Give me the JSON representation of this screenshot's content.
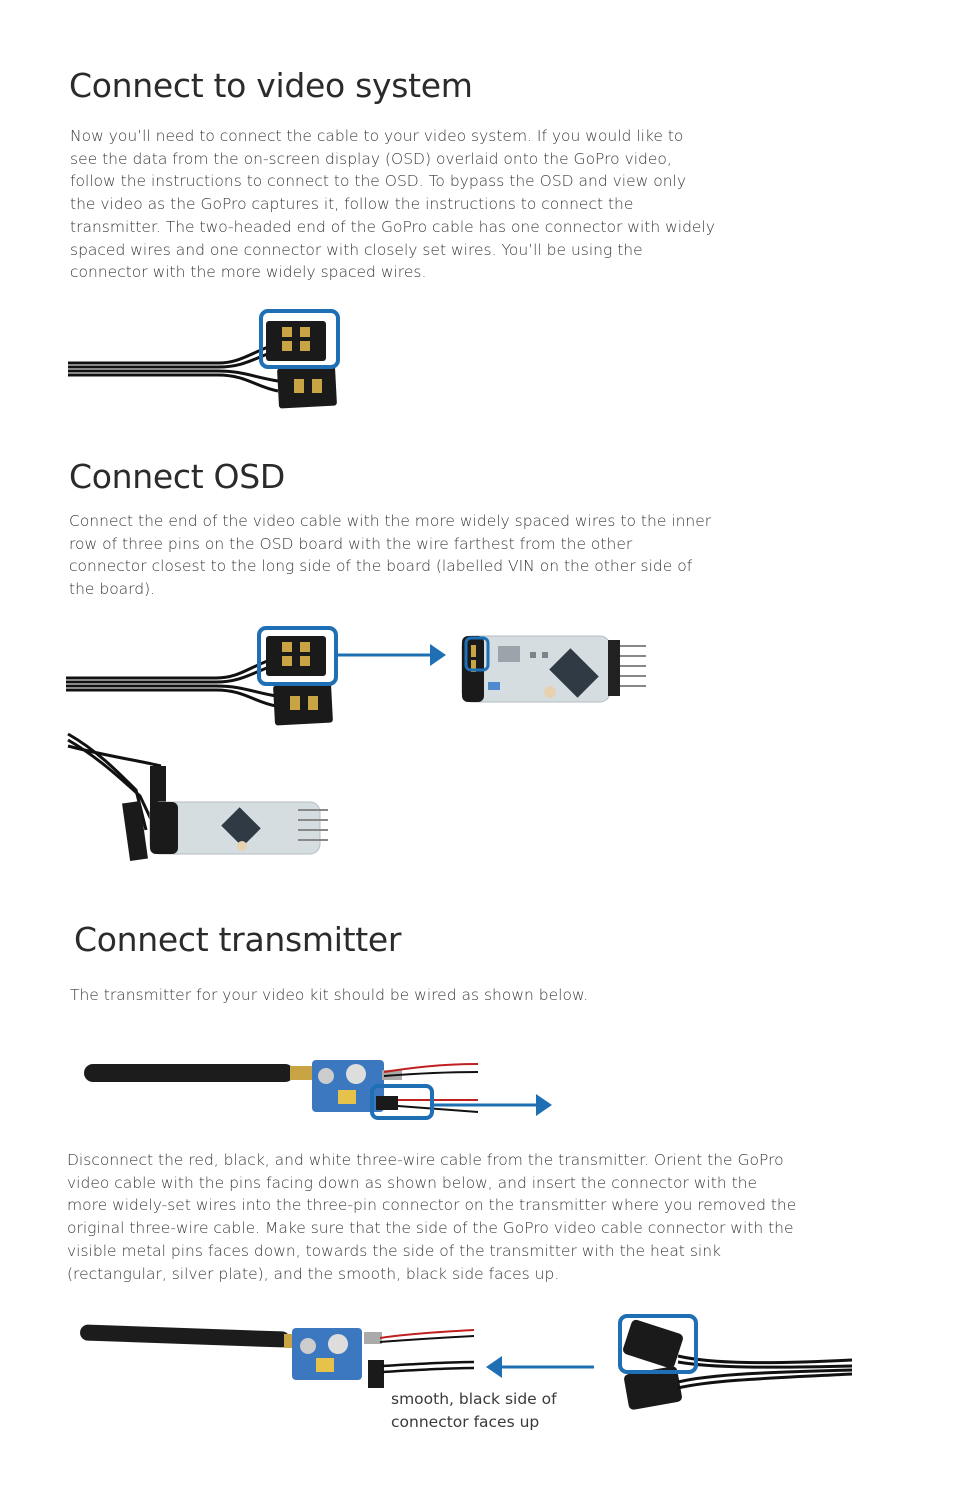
{
  "sections": [
    {
      "title": "Connect to video system",
      "paragraph": "Now you’ll need to connect the cable to your video system. If you would like to see the data from the on-screen display (OSD) overlaid onto the GoPro video, follow the instructions to connect to the OSD. To bypass the OSD and view only the video as the GoPro captures it, follow the instructions to connect the transmitter. The two-headed end of the GoPro cable has one connector with widely spaced wires and one connector with closely set wires. You’ll be using the connector with the more widely spaced wires."
    },
    {
      "title": "Connect OSD",
      "paragraph": "Connect the end of the video cable with the more widely spaced wires to the inner row of three pins on the OSD board with the wire farthest from the other connector closest to the long side of the board (labelled VIN on the other side of the board)."
    },
    {
      "title": "Connect transmitter",
      "paragraph": "The transmitter for your video kit should be wired as shown below.",
      "paragraph2": "Disconnect the red, black, and white three-wire cable from the transmitter. Orient the GoPro video cable with the pins facing down as shown below, and insert the connector with the more widely-set wires into the three-pin connector on the transmitter where you removed the original three-wire cable. Make sure that the side of the GoPro video cable connector with the visible metal pins faces down, towards the side of the transmitter with the heat sink (rectangular, silver plate), and the smooth, black side faces up.",
      "caption_line1": "smooth, black side of",
      "caption_line2": "connector faces up"
    }
  ],
  "colors": {
    "highlight": "#1f6fb5",
    "arrow": "#1f6fb5",
    "cable": "#111111",
    "board": "#cfd8dc",
    "pcb_blue": "#3b78c0"
  }
}
